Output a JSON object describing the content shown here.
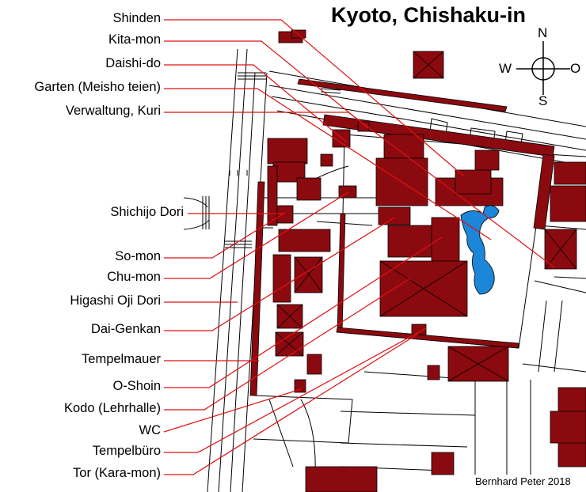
{
  "title": "Kyoto, Chishaku-in",
  "credit": "Bernhard Peter 2018",
  "compass": {
    "north": "N",
    "south": "S",
    "west": "W",
    "east": "O"
  },
  "colors": {
    "building": "#8b0a0f",
    "water": "#1c86d8",
    "leader": "#e01010",
    "street": "#000000"
  },
  "labels": [
    "Shinden",
    "Kita-mon",
    "Daishi-do",
    "Garten (Meisho teien)",
    "Verwaltung, Kuri",
    "Shichijo Dori",
    "So-mon",
    "Chu-mon",
    "Higashi Oji Dori",
    "Dai-Genkan",
    "Tempelmauer",
    "O-Shoin",
    "Kodo (Lehrhalle)",
    "WC",
    "Tempelbüro",
    "Tor (Kara-mon)"
  ]
}
